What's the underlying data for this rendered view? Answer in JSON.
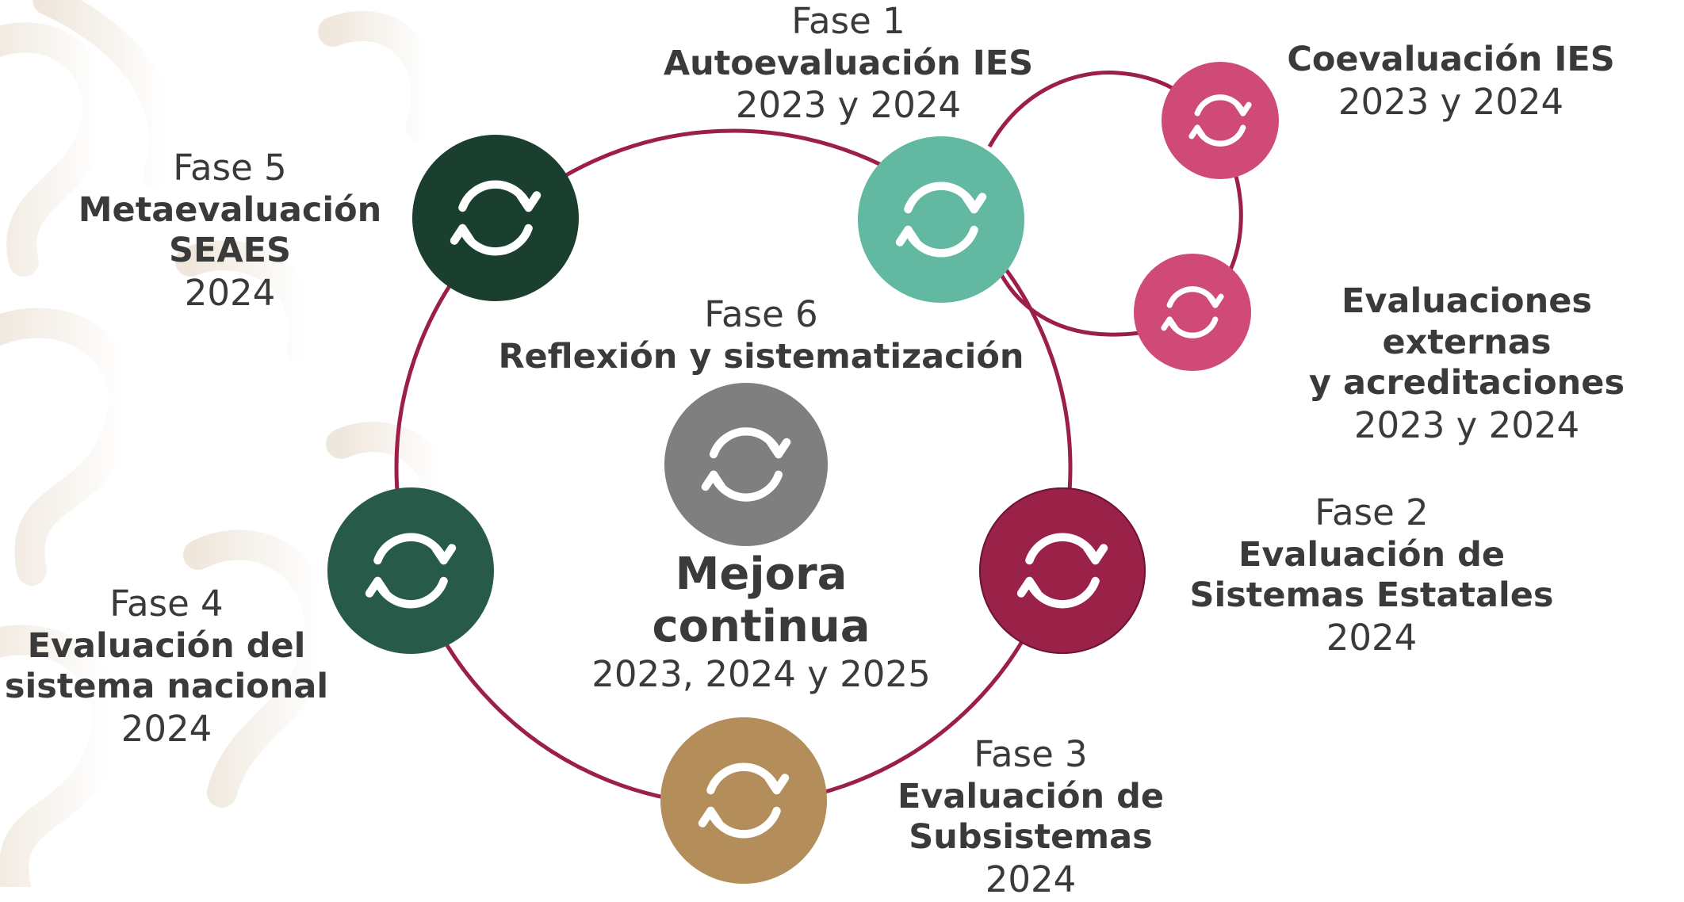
{
  "colors": {
    "ring": "#9b1f4a",
    "fase1": "#62b8a0",
    "fase2": "#9a2148",
    "fase3": "#b38d5a",
    "fase4": "#285a4a",
    "fase5": "#1a3f2f",
    "fase6": "#7f7f7f",
    "coevaluacion": "#d04a78",
    "evaluaciones_externas": "#d04a78"
  },
  "icon": "refresh-cycle-icon",
  "fase1": {
    "phase": "Fase 1",
    "title": "Autoevaluación IES",
    "years": "2023 y 2024"
  },
  "coevaluacion": {
    "title": "Coevaluación IES",
    "years": "2023 y 2024"
  },
  "evaluaciones_externas": {
    "title_line1": "Evaluaciones externas",
    "title_line2": "y acreditaciones",
    "years": "2023 y 2024"
  },
  "fase2": {
    "phase": "Fase 2",
    "title_line1": "Evaluación de",
    "title_line2": "Sistemas Estatales",
    "years": "2024"
  },
  "fase3": {
    "phase": "Fase 3",
    "title_line1": "Evaluación de",
    "title_line2": "Subsistemas",
    "years": "2024"
  },
  "fase4": {
    "phase": "Fase 4",
    "title_line1": "Evaluación del",
    "title_line2": "sistema nacional",
    "years": "2024"
  },
  "fase5": {
    "phase": "Fase 5",
    "title_line1": "Metaevaluación",
    "title_line2": "SEAES",
    "years": "2024"
  },
  "fase6": {
    "phase": "Fase 6",
    "title": "Reflexión y sistematización"
  },
  "center": {
    "title_line1": "Mejora",
    "title_line2": "continua",
    "years": "2023, 2024 y 2025"
  }
}
